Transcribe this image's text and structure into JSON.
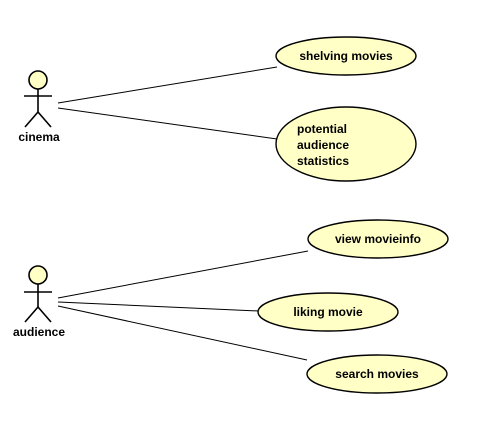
{
  "diagram": {
    "colors": {
      "usecase_fill": "#FFFFC6",
      "actor_fill": "#FFFFC6",
      "line": "#000000"
    },
    "actors": [
      {
        "id": "cinema",
        "label": "cinema"
      },
      {
        "id": "audience",
        "label": "audience"
      }
    ],
    "use_cases": [
      {
        "id": "shelving",
        "lines": [
          "shelving movies"
        ]
      },
      {
        "id": "statistics",
        "lines": [
          "potential",
          "audience",
          "statistics"
        ]
      },
      {
        "id": "view",
        "lines": [
          "view movieinfo"
        ]
      },
      {
        "id": "liking",
        "lines": [
          "liking movie"
        ]
      },
      {
        "id": "search",
        "lines": [
          "search movies"
        ]
      }
    ],
    "associations": [
      {
        "from": "cinema",
        "to": "shelving"
      },
      {
        "from": "cinema",
        "to": "statistics"
      },
      {
        "from": "audience",
        "to": "view"
      },
      {
        "from": "audience",
        "to": "liking"
      },
      {
        "from": "audience",
        "to": "search"
      }
    ]
  }
}
